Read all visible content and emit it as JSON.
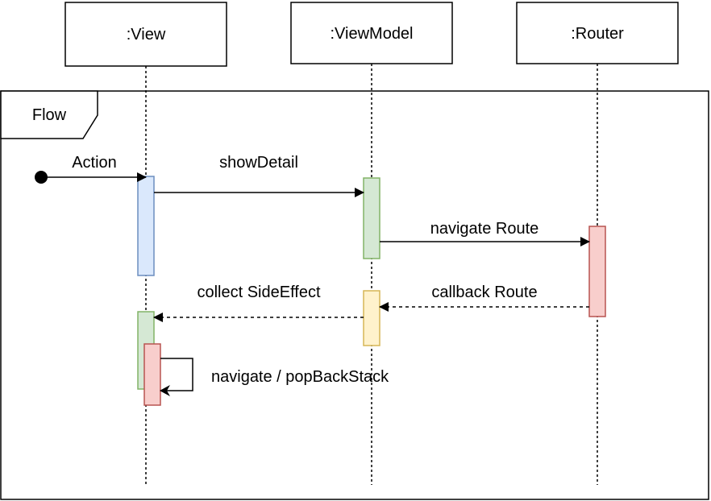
{
  "participants": [
    {
      "id": "view",
      "label": ":View"
    },
    {
      "id": "viewmodel",
      "label": ":ViewModel"
    },
    {
      "id": "router",
      "label": ":Router"
    }
  ],
  "frame": {
    "label": "Flow"
  },
  "messages": [
    {
      "id": "action",
      "label": "Action",
      "style": "solid"
    },
    {
      "id": "show-detail",
      "label": "showDetail",
      "style": "solid"
    },
    {
      "id": "navigate-route",
      "label": "navigate Route",
      "style": "solid"
    },
    {
      "id": "callback-route",
      "label": "callback Route",
      "style": "dashed"
    },
    {
      "id": "collect-side-effect",
      "label": "collect SideEffect",
      "style": "dashed"
    },
    {
      "id": "navigate-pop",
      "label": "navigate / popBackStack",
      "style": "solid"
    }
  ],
  "colors": {
    "blue_fill": "#dae8fc",
    "blue_stroke": "#6c8ebf",
    "green_fill": "#d5e8d4",
    "green_stroke": "#82b366",
    "red_fill": "#f8cecc",
    "red_stroke": "#b85450",
    "yellow_fill": "#fff2cc",
    "yellow_stroke": "#d6b656"
  }
}
